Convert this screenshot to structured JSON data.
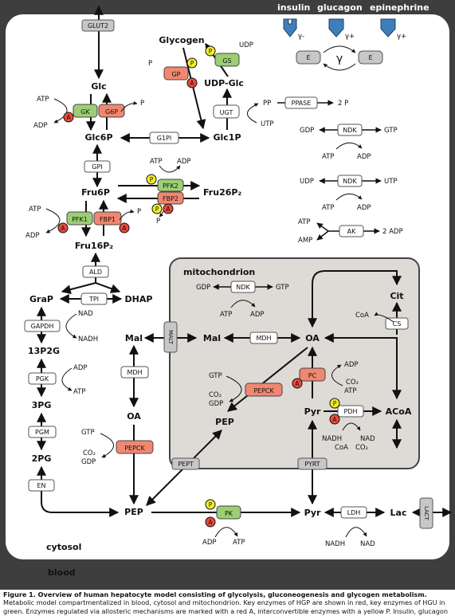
{
  "compartments": {
    "blood": "blood",
    "cytosol": "cytosol",
    "mitochondrion": "mitochondrion"
  },
  "hormones": {
    "insulin": "insulin",
    "glucagon": "glucagon",
    "epinephrine": "epinephrine",
    "insulin_sign": "γ-",
    "glucagon_sign": "γ+",
    "epinephrine_sign": "γ+",
    "gamma": "γ",
    "e_left": "E",
    "e_right": "E"
  },
  "metabolites": {
    "glycogen": "Glycogen",
    "udp_glc": "UDP-Glc",
    "glc": "Glc",
    "glc6p": "Glc6P",
    "glc1p": "Glc1P",
    "fru6p": "Fru6P",
    "fru26p2": "Fru26P₂",
    "fru16p2": "Fru16P₂",
    "grap": "GraP",
    "dhap": "DHAP",
    "p13p2g": "13P2G",
    "p3pg": "3PG",
    "p2pg": "2PG",
    "pep_cyt": "PEP",
    "pyr_cyt": "Pyr",
    "lac": "Lac",
    "mal_cyt": "Mal",
    "oa_cyt": "OA",
    "mal_mit": "Mal",
    "oa_mit": "OA",
    "cit": "Cit",
    "pep_mit": "PEP",
    "pyr_mit": "Pyr",
    "acoa": "ACoA"
  },
  "enzymes": {
    "glut2": "GLUT2",
    "gk": "GK",
    "g6p": "G6P",
    "g1pi": "G1PI",
    "gpi": "GPI",
    "gp": "GP",
    "gs": "GS",
    "ugt": "UGT",
    "ppase": "PPASE",
    "ndk_cyt1": "NDK",
    "ndk_cyt2": "NDK",
    "ak": "AK",
    "pfk2": "PFK2",
    "fbp2": "FBP2",
    "pfk1": "PFK1",
    "fbp1": "FBP1",
    "ald": "ALD",
    "tpi": "TPI",
    "gapdh": "GAPDH",
    "pgk": "PGK",
    "pgm": "PGM",
    "en": "EN",
    "mdh_cyt": "MDH",
    "pepck_cyt": "PEPCK",
    "malt": "MALT",
    "pept": "PEPT",
    "pyrt": "PYRT",
    "pk": "PK",
    "ldh": "LDH",
    "lact": "LACT",
    "ndk_mit": "NDK",
    "mdh_mit": "MDH",
    "cs": "CS",
    "pepck_mit": "PEPCK",
    "pc": "PC",
    "pdh": "PDH"
  },
  "cofactors": {
    "udp": "UDP",
    "p_gp": "P",
    "atp_gk": "ATP",
    "adp_gk": "ADP",
    "p_g6p": "P",
    "pp": "PP",
    "two_p": "2 P",
    "utp": "UTP",
    "gdp1": "GDP",
    "gtp1": "GTP",
    "atp_ndk1": "ATP",
    "adp_ndk1": "ADP",
    "udp2": "UDP",
    "utp2": "UTP",
    "atp_ndk2": "ATP",
    "adp_ndk2": "ADP",
    "atp_ak": "ATP",
    "amp_ak": "AMP",
    "two_adp": "2 ADP",
    "atp_pfk2": "ATP",
    "adp_pfk2": "ADP",
    "p_fbp2": "P",
    "atp_pfk1": "ATP",
    "adp_pfk1": "ADP",
    "p_fbp1": "P",
    "nad_gapdh": "NAD",
    "nadh_gapdh": "NADH",
    "adp_pgk": "ADP",
    "atp_pgk": "ATP",
    "gtp_pepck_cyt": "GTP",
    "co2_pepck_cyt": "CO₂",
    "gdp_pepck_cyt": "GDP",
    "adp_pk": "ADP",
    "atp_pk": "ATP",
    "nadh_ldh": "NADH",
    "nad_ldh": "NAD",
    "gdp_mit": "GDP",
    "gtp_mit": "GTP",
    "atp_mit": "ATP",
    "adp_mit": "ADP",
    "coa_cs": "CoA",
    "gtp_pepck_mit": "GTP",
    "co2_pepck_mit": "CO₂",
    "gdp_pepck_mit": "GDP",
    "adp_pc": "ADP",
    "co2_pc": "CO₂",
    "atp_pc": "ATP",
    "nadh_pdh": "NADH",
    "nad_pdh": "NAD",
    "coa_pdh": "CoA",
    "co2_pdh": "CO₂"
  },
  "markers": {
    "a": "A",
    "p": "P"
  },
  "colors": {
    "red_enzyme": "#f08771",
    "green_enzyme": "#9dce74",
    "gray_enzyme": "#c7c7c7",
    "blood_bg": "#3e3e3e",
    "mito_bg": "#dedad6",
    "receptor": "#3e7fba",
    "activator": "#e84b3c",
    "phospho": "#f3ed2a"
  },
  "caption": {
    "title": "Figure 1. Overview of human hepatocyte model consisting of glycolysis, gluconeogenesis and glycogen metabolism.",
    "body": "Metabolic model compartmentalized in blood, cytosol and mitochondrion. Key enzymes of HGP are shown in red, key enzymes of HGU in green. Enzymes regulated via allosteric mechanisms are marked with a red A, interconvertible enzymes with a yellow P. Insulin, glucagon and epinephrine regulate"
  }
}
